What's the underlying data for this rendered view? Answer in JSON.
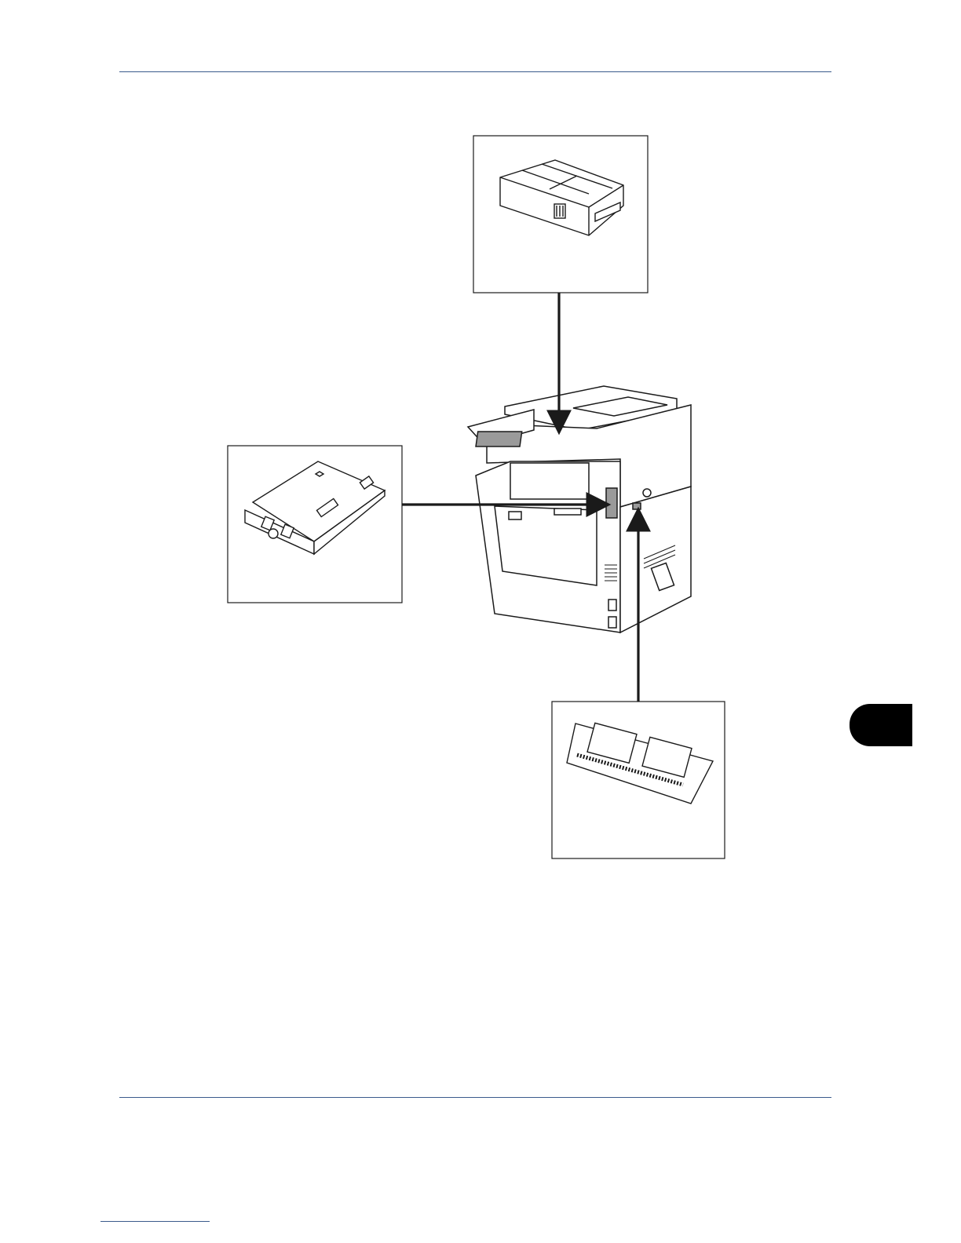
{
  "page": {
    "chapter_tab_label": "",
    "footer_text": ""
  },
  "figure": {
    "items": [
      {
        "id": "upper-option",
        "icon": "option-kit-box-icon"
      },
      {
        "id": "left-option",
        "icon": "interface-card-icon"
      },
      {
        "id": "lower-option",
        "icon": "memory-module-icon"
      },
      {
        "id": "machine",
        "icon": "printer-rear-view-icon"
      }
    ]
  },
  "colors": {
    "line": "#1a1a1a",
    "accent_rule": "#3a5a8c",
    "highlight_fill": "#9a9a9a",
    "tab": "#000000"
  }
}
